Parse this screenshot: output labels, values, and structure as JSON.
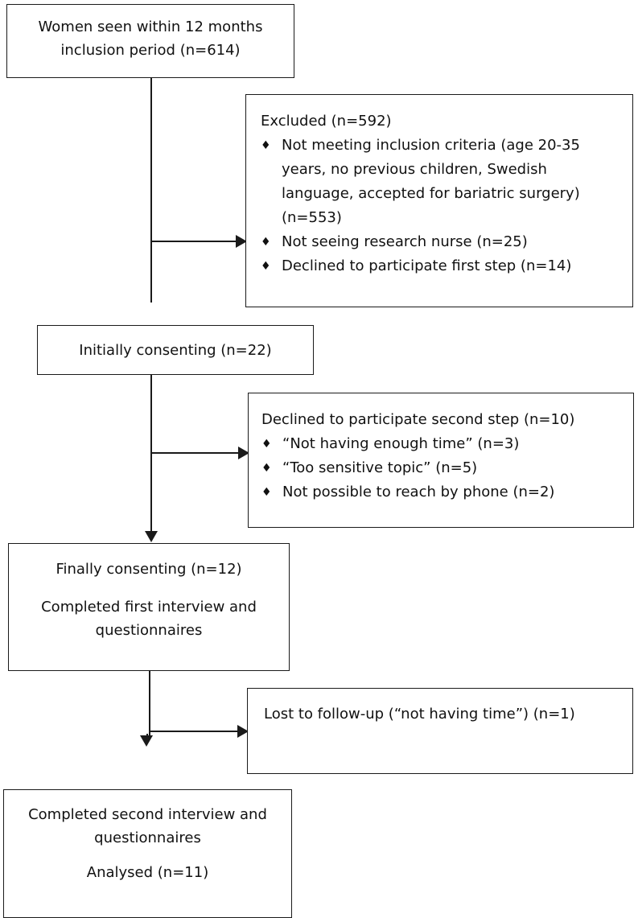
{
  "boxes": {
    "seen": {
      "line1": "Women seen within 12 months",
      "line2": "inclusion period (n=614)"
    },
    "excluded": {
      "title": "Excluded (n=592)",
      "items": [
        "Not meeting inclusion criteria (age 20-35 years, no previous children, Swedish language, accepted for bariatric surgery) (n=553)",
        "Not seeing research nurse (n=25)",
        "Declined to participate first step (n=14)"
      ]
    },
    "initial": {
      "text": "Initially consenting (n=22)"
    },
    "declined_second": {
      "title": "Declined to participate second step (n=10)",
      "items": [
        "“Not having enough time” (n=3)",
        "“Too sensitive topic” (n=5)",
        "Not possible to reach by phone (n=2)"
      ]
    },
    "final": {
      "line1": "Finally consenting (n=12)",
      "line2": "Completed first interview and questionnaires"
    },
    "lost": {
      "text": "Lost to follow-up (“not having time”) (n=1)"
    },
    "completed": {
      "line1": "Completed second interview and questionnaires",
      "line2": "Analysed (n=11)"
    }
  },
  "bullet_glyph": "♦"
}
